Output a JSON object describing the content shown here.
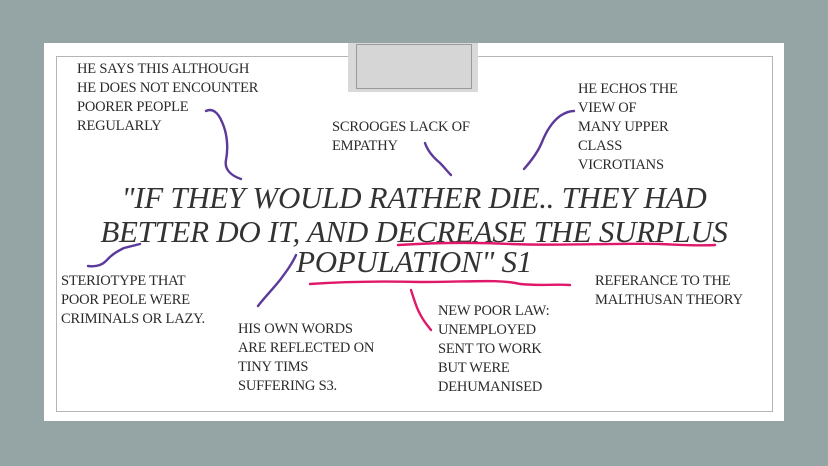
{
  "quote": {
    "line1": "\"IF THEY WOULD RATHER DIE.. THEY HAD",
    "line2": "BETTER DO IT, AND DECREASE THE SURPLUS",
    "line3": "POPULATION\" S1"
  },
  "annotations": {
    "not_encounter": "HE SAYS THIS ALTHOUGH\nHE DOES NOT ENCOUNTER\nPOORER PEOPLE\nREGULARLY",
    "lack_empathy": "SCROOGES LACK OF\nEMPATHY",
    "echos_view": "HE ECHOS THE\nVIEW OF\nMANY UPPER\nCLASS\nVICROTIANS",
    "stereotype": "STERIOTYPE THAT\nPOOR PEOLE WERE\nCRIMINALS OR LAZY.",
    "own_words": "HIS OWN WORDS\nARE REFLECTED ON\nTINY TIMS\nSUFFERING S3.",
    "poor_law": "NEW POOR LAW:\nUNEMPLOYED\nSENT TO WORK\nBUT WERE\nDEHUMANISED",
    "malthusian": "REFERANCE TO THE\nMALTHUSAN THEORY"
  },
  "colors": {
    "purple_ink": "#5b3a9a",
    "pink_ink": "#e0186a",
    "background": "#95a5a6"
  }
}
